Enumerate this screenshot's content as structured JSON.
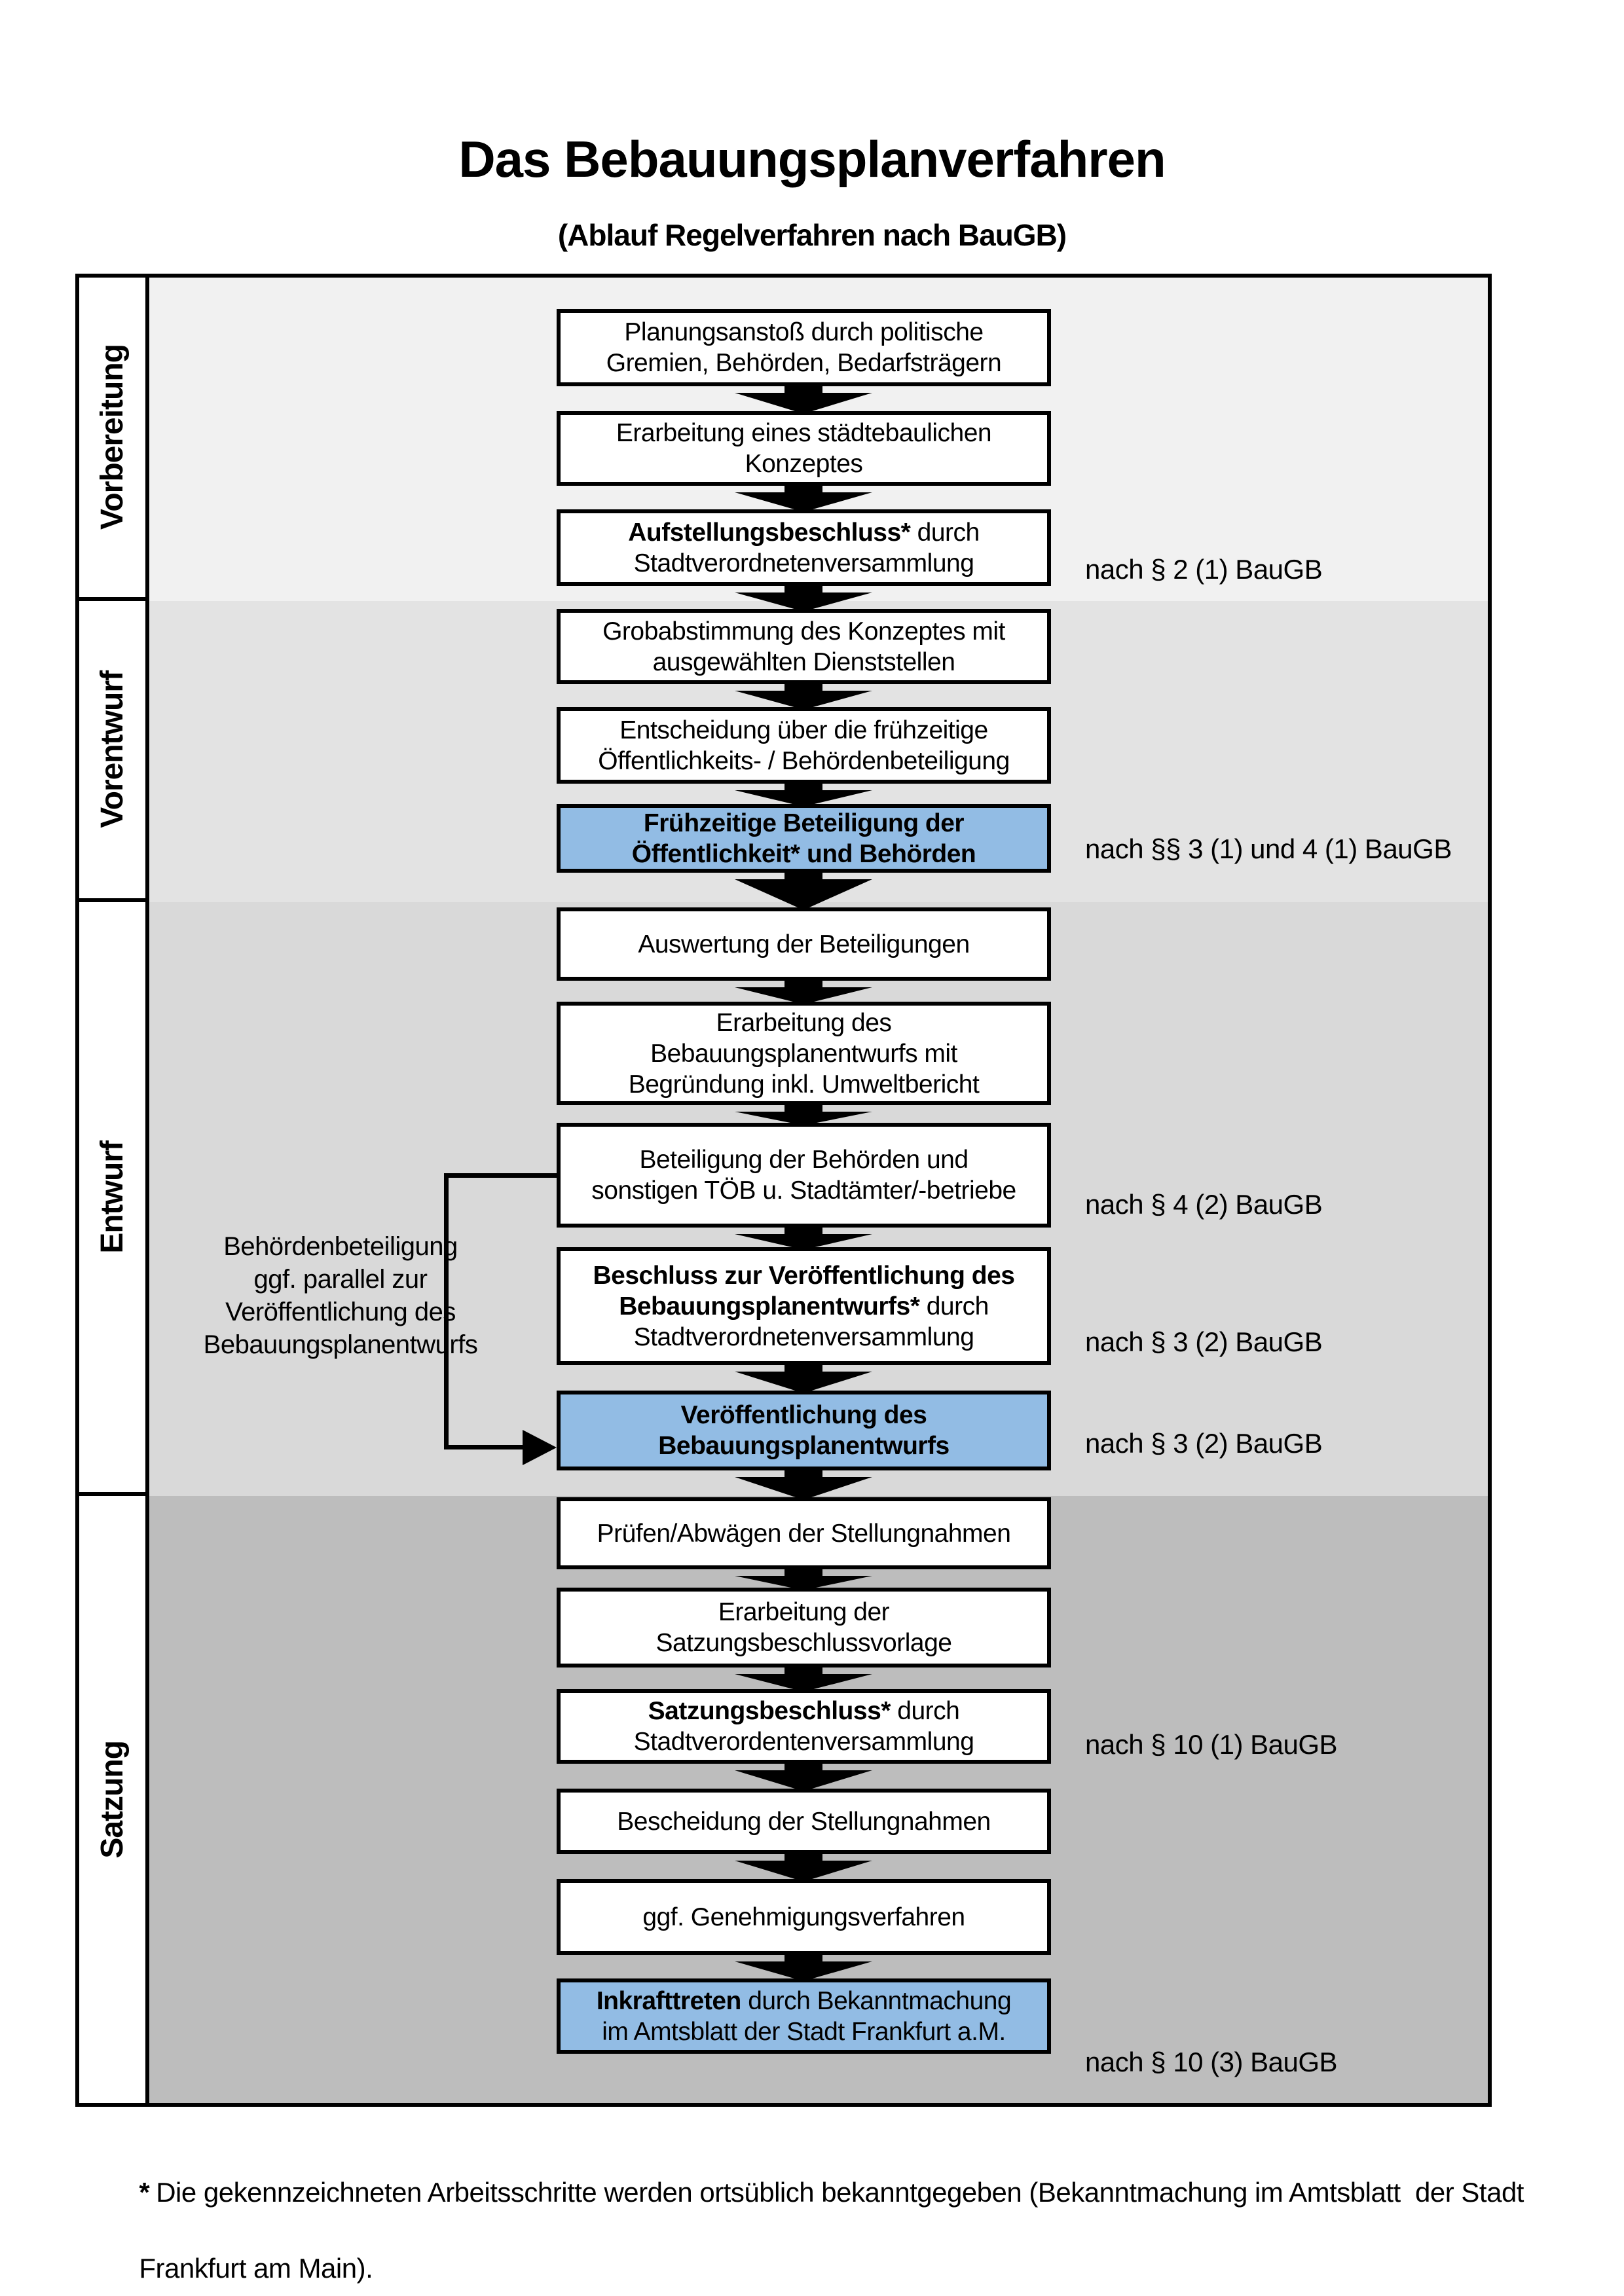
{
  "page": {
    "title": "Das Bebauungsplanverfahren",
    "subtitle": "(Ablauf Regelverfahren nach BauGB)"
  },
  "colors": {
    "highlight_fill": "#92bce4",
    "box_border": "#000000",
    "phase_bands": [
      "#f1f1f1",
      "#e3e3e3",
      "#d9d9d9",
      "#bdbdbd"
    ]
  },
  "phases": [
    {
      "label": "Vorbereitung"
    },
    {
      "label": "Vorentwurf"
    },
    {
      "label": "Entwurf"
    },
    {
      "label": "Satzung"
    }
  ],
  "steps": [
    {
      "name": "planungsanstoss",
      "highlight": false,
      "note": "",
      "lines": [
        [
          {
            "t": "Planungsanstoß durch politische",
            "b": false
          }
        ],
        [
          {
            "t": "Gremien, Behörden, Bedarfsträgern",
            "b": false
          }
        ]
      ]
    },
    {
      "name": "staedtebauliches-konzept",
      "highlight": false,
      "note": "",
      "lines": [
        [
          {
            "t": "Erarbeitung eines städtebaulichen",
            "b": false
          }
        ],
        [
          {
            "t": "Konzeptes",
            "b": false
          }
        ]
      ]
    },
    {
      "name": "aufstellungsbeschluss",
      "highlight": false,
      "note": "nach § 2 (1) BauGB",
      "lines": [
        [
          {
            "t": "Aufstellungsbeschluss*",
            "b": true
          },
          {
            "t": " durch",
            "b": false
          }
        ],
        [
          {
            "t": "Stadtverordnetenversammlung",
            "b": false
          }
        ]
      ]
    },
    {
      "name": "grobabstimmung",
      "highlight": false,
      "note": "",
      "lines": [
        [
          {
            "t": "Grobabstimmung des Konzeptes mit",
            "b": false
          }
        ],
        [
          {
            "t": "ausgewählten Dienststellen",
            "b": false
          }
        ]
      ]
    },
    {
      "name": "entscheidung-fruehzeitige-beteiligung",
      "highlight": false,
      "note": "",
      "lines": [
        [
          {
            "t": "Entscheidung über die frühzeitige",
            "b": false
          }
        ],
        [
          {
            "t": "Öffentlichkeits- / Behördenbeteiligung",
            "b": false
          }
        ]
      ]
    },
    {
      "name": "fruehzeitige-beteiligung",
      "highlight": true,
      "note": "nach §§ 3 (1) und 4 (1) BauGB",
      "lines": [
        [
          {
            "t": "Frühzeitige Beteiligung der",
            "b": true
          }
        ],
        [
          {
            "t": "Öffentlichkeit* und Behörden",
            "b": true
          }
        ]
      ]
    },
    {
      "name": "auswertung-beteiligungen",
      "highlight": false,
      "note": "",
      "lines": [
        [
          {
            "t": "Auswertung der Beteiligungen",
            "b": false
          }
        ]
      ]
    },
    {
      "name": "erarbeitung-bebauungsplanentwurf",
      "highlight": false,
      "note": "",
      "lines": [
        [
          {
            "t": "Erarbeitung des",
            "b": false
          }
        ],
        [
          {
            "t": "Bebauungsplanentwurfs mit",
            "b": false
          }
        ],
        [
          {
            "t": "Begründung inkl. Umweltbericht",
            "b": false
          }
        ]
      ]
    },
    {
      "name": "beteiligung-behoerden-toeb",
      "highlight": false,
      "note": "nach § 4 (2) BauGB",
      "lines": [
        [
          {
            "t": "Beteiligung der Behörden und",
            "b": false
          }
        ],
        [
          {
            "t": "sonstigen TÖB u. Stadtämter/-betriebe",
            "b": false
          }
        ]
      ]
    },
    {
      "name": "beschluss-veroeffentlichung",
      "highlight": false,
      "note": "nach § 3 (2) BauGB",
      "lines": [
        [
          {
            "t": "Beschluss zur Veröffentlichung des",
            "b": true
          }
        ],
        [
          {
            "t": "Bebauungsplanentwurfs*",
            "b": true
          },
          {
            "t": " durch",
            "b": false
          }
        ],
        [
          {
            "t": "Stadtverordnetenversammlung",
            "b": false
          }
        ]
      ]
    },
    {
      "name": "veroeffentlichung-entwurf",
      "highlight": true,
      "note": "nach § 3 (2) BauGB",
      "lines": [
        [
          {
            "t": "Veröffentlichung des",
            "b": true
          }
        ],
        [
          {
            "t": "Bebauungsplanentwurfs",
            "b": true
          }
        ]
      ]
    },
    {
      "name": "pruefen-abwaegen",
      "highlight": false,
      "note": "",
      "lines": [
        [
          {
            "t": "Prüfen/Abwägen der Stellungnahmen",
            "b": false
          }
        ]
      ]
    },
    {
      "name": "satzungsbeschlussvorlage",
      "highlight": false,
      "note": "",
      "lines": [
        [
          {
            "t": "Erarbeitung der",
            "b": false
          }
        ],
        [
          {
            "t": "Satzungsbeschlussvorlage",
            "b": false
          }
        ]
      ]
    },
    {
      "name": "satzungsbeschluss",
      "highlight": false,
      "note": "nach § 10 (1) BauGB",
      "lines": [
        [
          {
            "t": "Satzungsbeschluss*",
            "b": true
          },
          {
            "t": " durch",
            "b": false
          }
        ],
        [
          {
            "t": "Stadtverordentenversammlung",
            "b": false
          }
        ]
      ]
    },
    {
      "name": "bescheidung-stellungnahmen",
      "highlight": false,
      "note": "",
      "lines": [
        [
          {
            "t": "Bescheidung der Stellungnahmen",
            "b": false
          }
        ]
      ]
    },
    {
      "name": "genehmigungsverfahren",
      "highlight": false,
      "note": "",
      "lines": [
        [
          {
            "t": "ggf. Genehmigungsverfahren",
            "b": false
          }
        ]
      ]
    },
    {
      "name": "inkrafttreten",
      "highlight": true,
      "note": "nach § 10 (3) BauGB",
      "lines": [
        [
          {
            "t": "Inkrafttreten",
            "b": true
          },
          {
            "t": " durch Bekanntmachung",
            "b": false
          }
        ],
        [
          {
            "t": "im Amtsblatt der Stadt Frankfurt a.M.",
            "b": false
          }
        ]
      ]
    }
  ],
  "side_note": {
    "lines": [
      "Behördenbeteiligung",
      "ggf. parallel zur",
      "Veröffentlichung des",
      "Bebauungsplanentwurfs"
    ]
  },
  "footnote": {
    "marker": "*",
    "line1": "Die gekennzeichneten Arbeitsschritte werden ortsüblich bekanntgegeben (Bekanntmachung im Amtsblatt  der Stadt",
    "line2": "Frankfurt am Main)."
  }
}
